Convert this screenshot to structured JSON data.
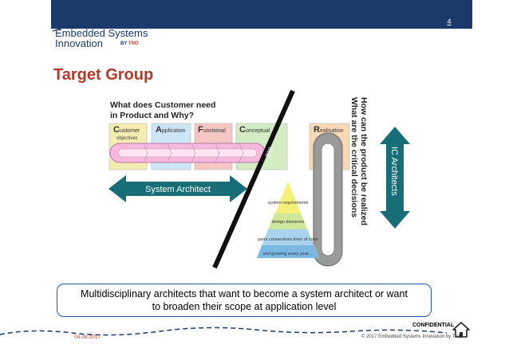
{
  "header": {
    "page_number": "4",
    "logo_line1": "Embedded Systems",
    "logo_line2": "Innovation",
    "logo_by": "BY",
    "logo_tno": "TNO"
  },
  "title": "Target Group",
  "figure": {
    "question_top_line1": "What does Customer need",
    "question_top_line2": "in Product and Why?",
    "boxes": [
      {
        "initial": "C",
        "rest": "ustomer",
        "sub": "objectives",
        "color": "#f4ecb0"
      },
      {
        "initial": "A",
        "rest": "pplication",
        "sub": "",
        "color": "#cde6f5"
      },
      {
        "initial": "F",
        "rest": "unctional",
        "sub": "",
        "color": "#f6c6c2"
      },
      {
        "initial": "C",
        "rest": "onceptual",
        "sub": "",
        "color": "#d3ecc4"
      },
      {
        "initial": "R",
        "rest": "ealisation",
        "sub": "",
        "color": "#f7d9b5"
      }
    ],
    "gap_label": "gap",
    "side_question_line1": "How can the product be realized",
    "side_question_line2": "What are the critical decisions",
    "system_architect_label": "System Architect",
    "ic_architects_label": "IC Architects",
    "pyramid": [
      "system requirements",
      "design decisions",
      "parts connections lines of code",
      "and growing every year...."
    ]
  },
  "callout_line1": "Multidisciplinary architects that want to become a system architect or want",
  "callout_line2": "to broaden their scope at application level",
  "footer": {
    "confidential": "CONFIDENTIAL",
    "date": "04-08-2017",
    "copyright": "© 2017 Embedded Systems Innovation by TNO"
  },
  "colors": {
    "brand_navy": "#1b3a6b",
    "title_red": "#b23a2a",
    "arrow_teal": "#176e77",
    "callout_border": "#1e5aa8"
  }
}
